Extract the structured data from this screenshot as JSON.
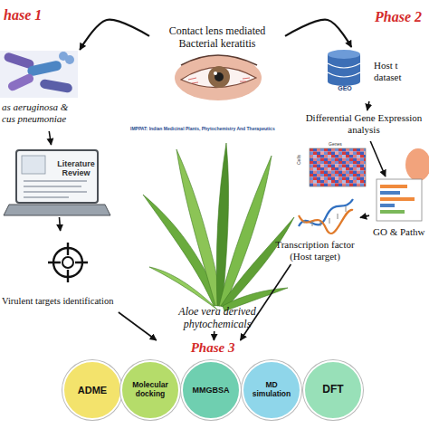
{
  "diagram": {
    "nodes": [
      {
        "text": [
          "Contact lens mediated Bacterial keratitis"
        ]
      },
      {
        "text": [
          "as aeruginosa & cus pneumoniae"
        ]
      },
      {
        "text": [
          "Literature Review"
        ]
      },
      {
        "text": [
          "Virulent targets identification"
        ]
      },
      {
        "text": [
          "Aloe vera derived phytochemicals"
        ]
      },
      {
        "text": [
          "Phase 3"
        ]
      },
      {
        "text": [
          "ADME"
        ],
        "in": 5
      },
      {
        "text": [
          "Molecular docking"
        ],
        "in": 5
      },
      {
        "text": [
          "MMGBSA"
        ],
        "in": 5
      },
      {
        "text": [
          "MD simulation"
        ],
        "in": 5
      },
      {
        "text": [
          "DFT"
        ],
        "in": 5
      },
      {
        "text": [
          "GEO",
          "Host t dataset"
        ]
      },
      {
        "text": [
          "Differential Gene Expression analysis"
        ]
      },
      {
        "text": [
          "GO & Pathw"
        ]
      },
      {
        "text": [
          "Transcription factor (Host target)"
        ]
      }
    ],
    "edges": [
      {
        "from": 0,
        "to": 1,
        "arrow": "to"
      },
      {
        "from": 0,
        "to": 11,
        "arrow": "to"
      },
      {
        "from": 1,
        "to": 2,
        "arrow": "to"
      },
      {
        "from": 2,
        "to": 3,
        "arrow": "to"
      },
      {
        "from": 3,
        "to": 5,
        "arrow": "to"
      },
      {
        "from": 4,
        "to": 5,
        "arrow": "to"
      },
      {
        "from": 11,
        "to": 12,
        "arrow": "to"
      },
      {
        "from": 12,
        "to": 13,
        "arrow": "to"
      },
      {
        "from": 13,
        "to": 14,
        "arrow": "to"
      },
      {
        "from": 14,
        "to": 5,
        "arrow": "to"
      }
    ],
    "labels": [
      "hase 1",
      "Phase 2",
      "IMPPAT: Indian Medicinal Plants, Phytochemistry And Therapeutics",
      "Genes",
      "Cells"
    ]
  }
}
